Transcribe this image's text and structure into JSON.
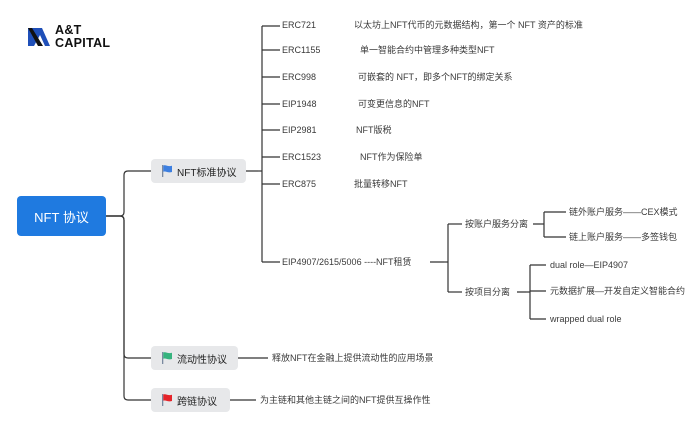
{
  "logo": {
    "line1": "A&T",
    "line2": "CAPITAL"
  },
  "root": {
    "label": "NFT 协议"
  },
  "colors": {
    "root": "#1f7ae0",
    "flag_blue": "#3d7fe0",
    "flag_green": "#36b37e",
    "flag_red": "#e5242a",
    "connector": "#333333"
  },
  "categories": [
    {
      "label": "NFT标准协议",
      "flag": "flag_blue"
    },
    {
      "label": "流动性协议",
      "flag": "flag_green",
      "description": "释放NFT在金融上提供流动性的应用场景"
    },
    {
      "label": "跨链协议",
      "flag": "flag_red",
      "description": "为主链和其他主链之间的NFT提供互操作性"
    }
  ],
  "standards": [
    {
      "code": "ERC721",
      "desc": "以太坊上NFT代币的元数据结构，第一个 NFT 资产的标准"
    },
    {
      "code": "ERC1155",
      "desc": "单一智能合约中管理多种类型NFT"
    },
    {
      "code": "ERC998",
      "desc": "可嵌套的 NFT，即多个NFT的绑定关系"
    },
    {
      "code": "EIP1948",
      "desc": "可变更信息的NFT"
    },
    {
      "code": "EIP2981",
      "desc": "NFT版税"
    },
    {
      "code": "ERC1523",
      "desc": "NFT作为保险单"
    },
    {
      "code": "ERC875",
      "desc": "批量转移NFT"
    }
  ],
  "rental": {
    "label": "EIP4907/2615/5006 ----NFT租赁",
    "branches": [
      {
        "label": "按账户服务分离",
        "items": [
          "链外账户服务——CEX模式",
          "链上账户服务——多签钱包"
        ]
      },
      {
        "label": "按项目分离",
        "items": [
          "dual role—EIP4907",
          "元数据扩展—开发自定义智能合约",
          "wrapped dual role"
        ]
      }
    ]
  }
}
